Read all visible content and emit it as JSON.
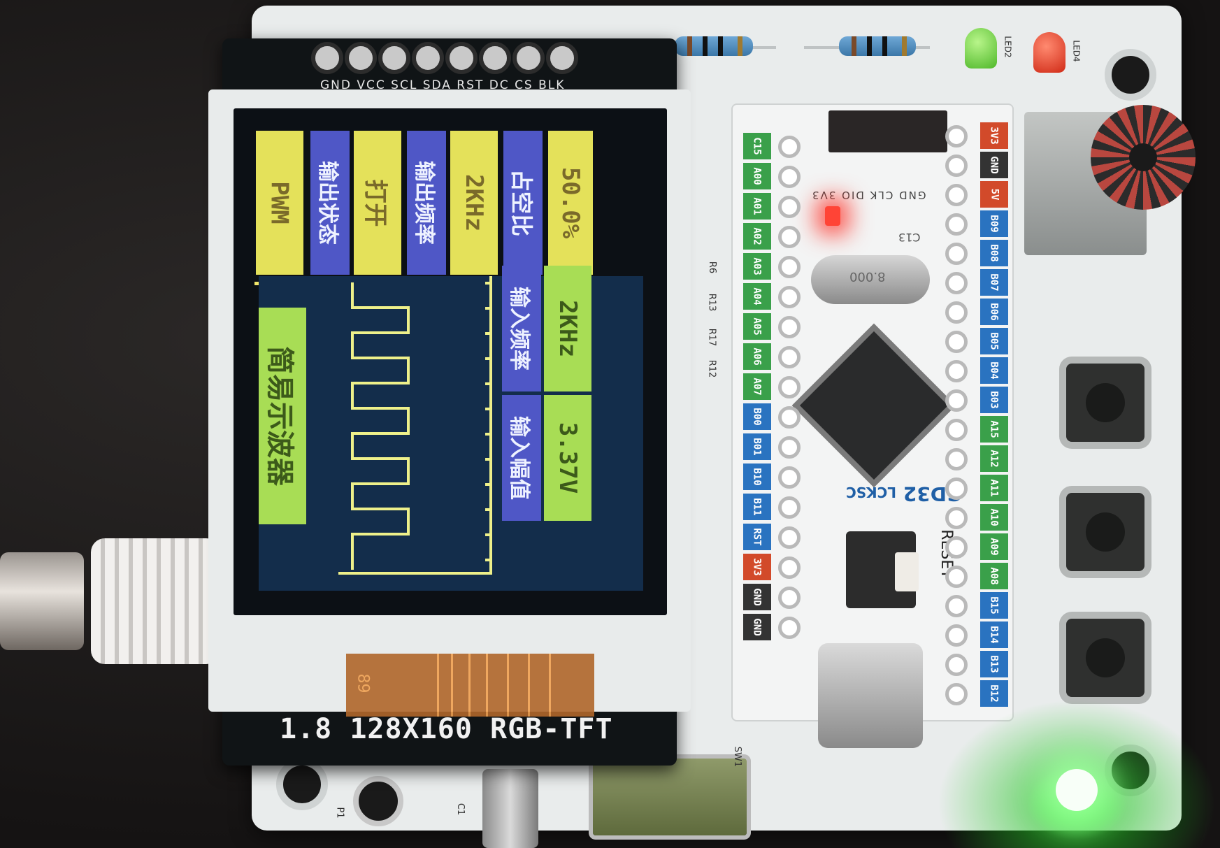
{
  "tft": {
    "pin_labels": "GND VCC SCL SDA RST DC CS BLK",
    "caption": "1.8 128X160 RGB-TFT",
    "header_boxes": [
      {
        "text": "PWM",
        "style": "yel"
      },
      {
        "text": "输出状态",
        "style": "blu"
      },
      {
        "text": "打开",
        "style": "yel"
      },
      {
        "text": "输出频率",
        "style": "blu"
      },
      {
        "text": "2KHz",
        "style": "yel"
      },
      {
        "text": "占空比",
        "style": "blu"
      },
      {
        "text": "50.0%",
        "style": "yel"
      }
    ],
    "title_box": "简易示波器",
    "side_boxes": [
      {
        "text": "输入频率",
        "style": "blu"
      },
      {
        "text": "2KHz",
        "style": "grn"
      },
      {
        "text": "输入幅值",
        "style": "blu"
      },
      {
        "text": "3.37V",
        "style": "grn"
      }
    ],
    "flex_mark": "89"
  },
  "mcu": {
    "logo": "GD32",
    "brand": "LCKSC",
    "reset_label": "RESET",
    "debug_header": "GND CLK DIO 3V3",
    "crystal": "8.000",
    "left_pins": [
      "C15",
      "A00",
      "A01",
      "A02",
      "A03",
      "A04",
      "A05",
      "A06",
      "A07",
      "B00",
      "B01",
      "B10",
      "B11",
      "RST",
      "3V3",
      "GND",
      "GND"
    ],
    "right_pins": [
      "3V3",
      "GND",
      "5V",
      "B09",
      "B08",
      "B07",
      "B06",
      "B05",
      "B04",
      "B03",
      "A15",
      "A12",
      "A11",
      "A10",
      "A09",
      "A08",
      "B15",
      "B14",
      "B13",
      "B12"
    ],
    "left_pin_colors": [
      "#3aa04a",
      "#3aa04a",
      "#3aa04a",
      "#3aa04a",
      "#3aa04a",
      "#3aa04a",
      "#3aa04a",
      "#3aa04a",
      "#3aa04a",
      "#2a73c0",
      "#2a73c0",
      "#2a73c0",
      "#2a73c0",
      "#2a73c0",
      "#d24a2a",
      "#333333",
      "#333333"
    ],
    "right_pin_colors": [
      "#d24a2a",
      "#333333",
      "#d24a2a",
      "#2a73c0",
      "#2a73c0",
      "#2a73c0",
      "#2a73c0",
      "#2a73c0",
      "#2a73c0",
      "#2a73c0",
      "#3aa04a",
      "#3aa04a",
      "#3aa04a",
      "#3aa04a",
      "#3aa04a",
      "#3aa04a",
      "#2a73c0",
      "#2a73c0",
      "#2a73c0",
      "#2a73c0"
    ]
  },
  "board_labels": {
    "led2": "LED2",
    "led4": "LED4",
    "sw1": "SW1",
    "p1": "P1",
    "c1": "C1",
    "r6": "R6",
    "r13": "R13",
    "r17": "R17",
    "r12": "R12",
    "c13": "C13"
  },
  "colors": {
    "pcb": "#e9ecec",
    "screen_bg": "#132d4b",
    "trace": "#eef08a",
    "header_yellow": "#e4e15a",
    "header_blue": "#4f57c6",
    "side_green": "#a8dd55"
  }
}
